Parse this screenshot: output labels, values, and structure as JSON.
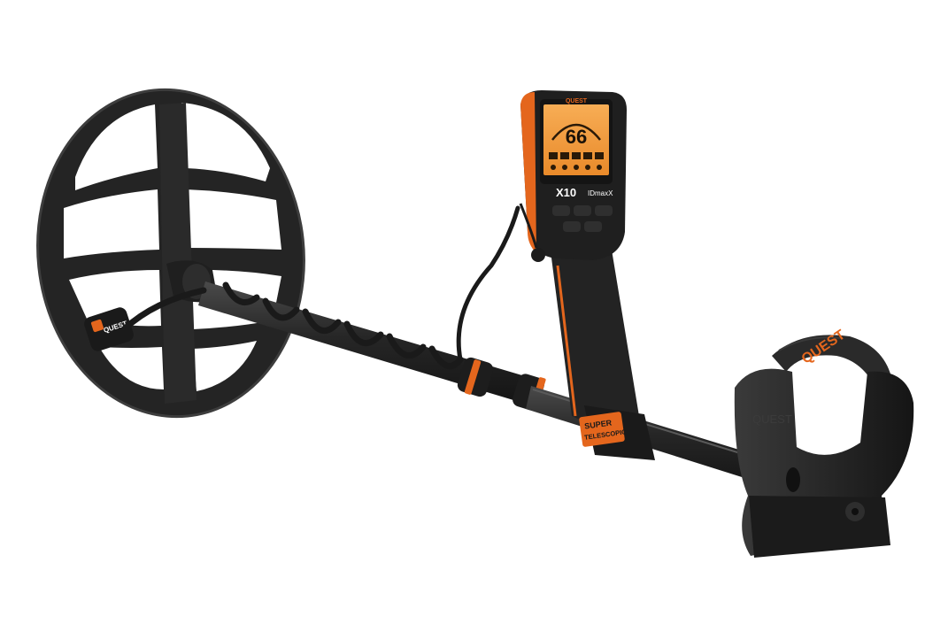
{
  "colors": {
    "background": "#ffffff",
    "body": "#2b2b2b",
    "body_dark": "#1c1c1c",
    "accent": "#e4661d",
    "screen": "#f09a3a"
  },
  "display": {
    "brand": "QUEST",
    "reading": "66",
    "model": "X10",
    "technology": "IDmaxX"
  },
  "shaft_label": {
    "line1": "SUPER",
    "line2": "TELESCOPIC"
  },
  "coil_label": "QUEST",
  "armrest": {
    "strap_text": "QUEST",
    "cuff_text": "QUEST"
  }
}
